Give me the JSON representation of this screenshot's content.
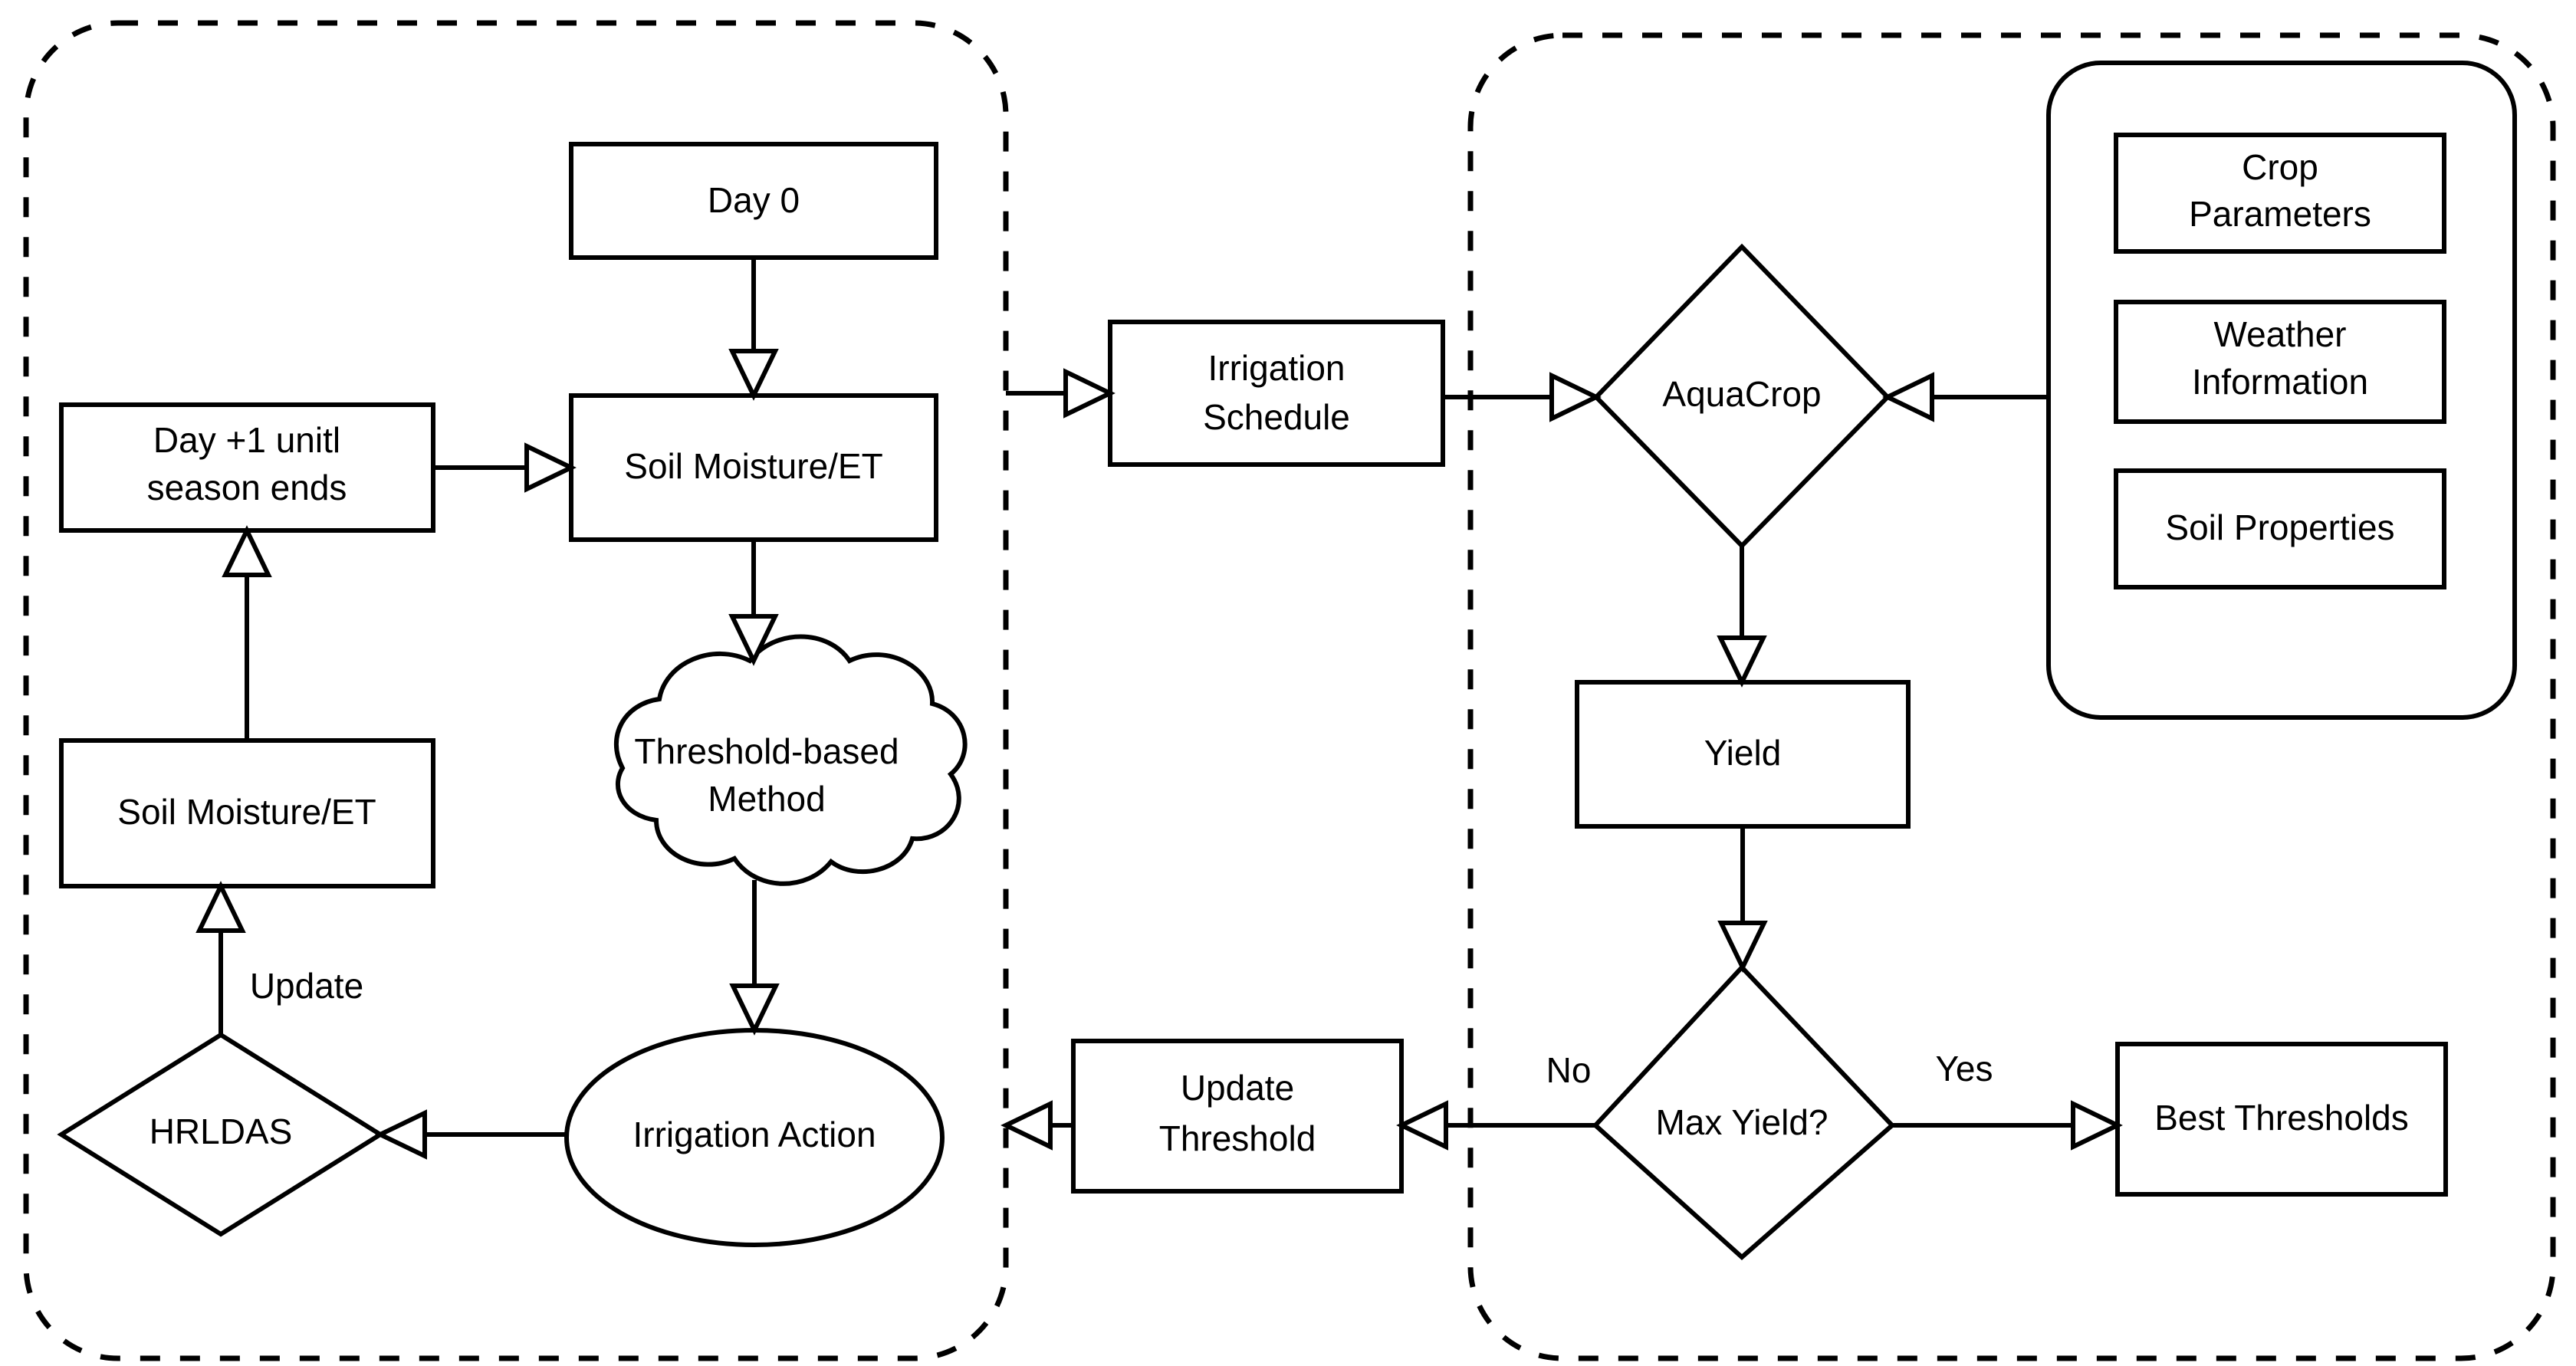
{
  "diagram": {
    "title_visible": false,
    "background_color": "#ffffff",
    "stroke_color": "#000000",
    "groups": [
      {
        "id": "left-module",
        "style": "dashed-rounded",
        "label": ""
      },
      {
        "id": "right-module",
        "style": "dashed-rounded",
        "label": ""
      },
      {
        "id": "aquacrop-inputs",
        "style": "solid-rounded",
        "label": ""
      }
    ],
    "nodes": {
      "day0": {
        "label": "Day 0",
        "shape": "rectangle"
      },
      "day_plus_one_line1": {
        "label": "Day +1 unitl",
        "shape": "rectangle"
      },
      "day_plus_one_line2": {
        "label": "season ends",
        "shape": "rectangle"
      },
      "soil_moisture_et_top": {
        "label": "Soil Moisture/ET",
        "shape": "rectangle"
      },
      "soil_moisture_et_left": {
        "label": "Soil Moisture/ET",
        "shape": "rectangle"
      },
      "threshold_method_line1": {
        "label": "Threshold-based",
        "shape": "cloud"
      },
      "threshold_method_line2": {
        "label": "Method",
        "shape": "cloud"
      },
      "irrigation_action": {
        "label": "Irrigation Action",
        "shape": "ellipse"
      },
      "hrldas": {
        "label": "HRLDAS",
        "shape": "diamond"
      },
      "irrigation_schedule_line1": {
        "label": "Irrigation",
        "shape": "rectangle"
      },
      "irrigation_schedule_line2": {
        "label": "Schedule",
        "shape": "rectangle"
      },
      "aquacrop": {
        "label": "AquaCrop",
        "shape": "diamond"
      },
      "yield": {
        "label": "Yield",
        "shape": "rectangle"
      },
      "max_yield": {
        "label": "Max Yield?",
        "shape": "diamond"
      },
      "update_threshold_line1": {
        "label": "Update",
        "shape": "rectangle"
      },
      "update_threshold_line2": {
        "label": "Threshold",
        "shape": "rectangle"
      },
      "best_thresholds": {
        "label": "Best Thresholds",
        "shape": "rectangle"
      },
      "crop_parameters_line1": {
        "label": "Crop",
        "shape": "rectangle"
      },
      "crop_parameters_line2": {
        "label": "Parameters",
        "shape": "rectangle"
      },
      "weather_information_line1": {
        "label": "Weather",
        "shape": "rectangle"
      },
      "weather_information_line2": {
        "label": "Information",
        "shape": "rectangle"
      },
      "soil_properties": {
        "label": "Soil Properties",
        "shape": "rectangle"
      }
    },
    "edge_labels": {
      "update": "Update",
      "no": "No",
      "yes": "Yes"
    }
  }
}
